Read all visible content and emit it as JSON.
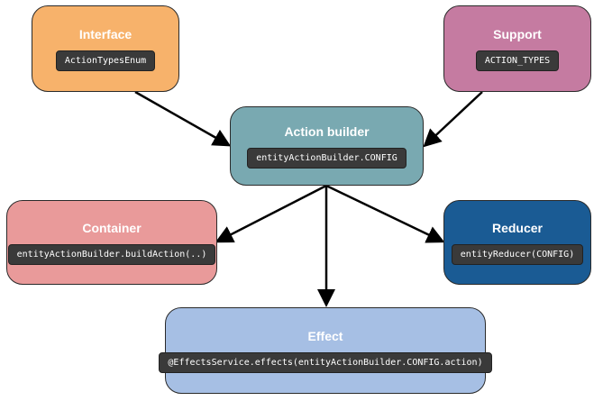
{
  "nodes": {
    "interface": {
      "title": "Interface",
      "code": "ActionTypesEnum",
      "color": "#f7b26b"
    },
    "support": {
      "title": "Support",
      "code": "ACTION_TYPES",
      "color": "#c57ba1"
    },
    "action_builder": {
      "title": "Action builder",
      "code": "entityActionBuilder.CONFIG",
      "color": "#79a9b1"
    },
    "container": {
      "title": "Container",
      "code": "entityActionBuilder.buildAction(..)",
      "color": "#e99a9a"
    },
    "reducer": {
      "title": "Reducer",
      "code": "entityReducer(CONFIG)",
      "color": "#1a5b94"
    },
    "effect": {
      "title": "Effect",
      "code": "@EffectsService.effects(entityActionBuilder.CONFIG.action)",
      "color": "#a6bfe4"
    }
  },
  "edges": [
    {
      "from": "interface",
      "to": "action_builder"
    },
    {
      "from": "support",
      "to": "action_builder"
    },
    {
      "from": "action_builder",
      "to": "container"
    },
    {
      "from": "action_builder",
      "to": "reducer"
    },
    {
      "from": "action_builder",
      "to": "effect"
    }
  ]
}
